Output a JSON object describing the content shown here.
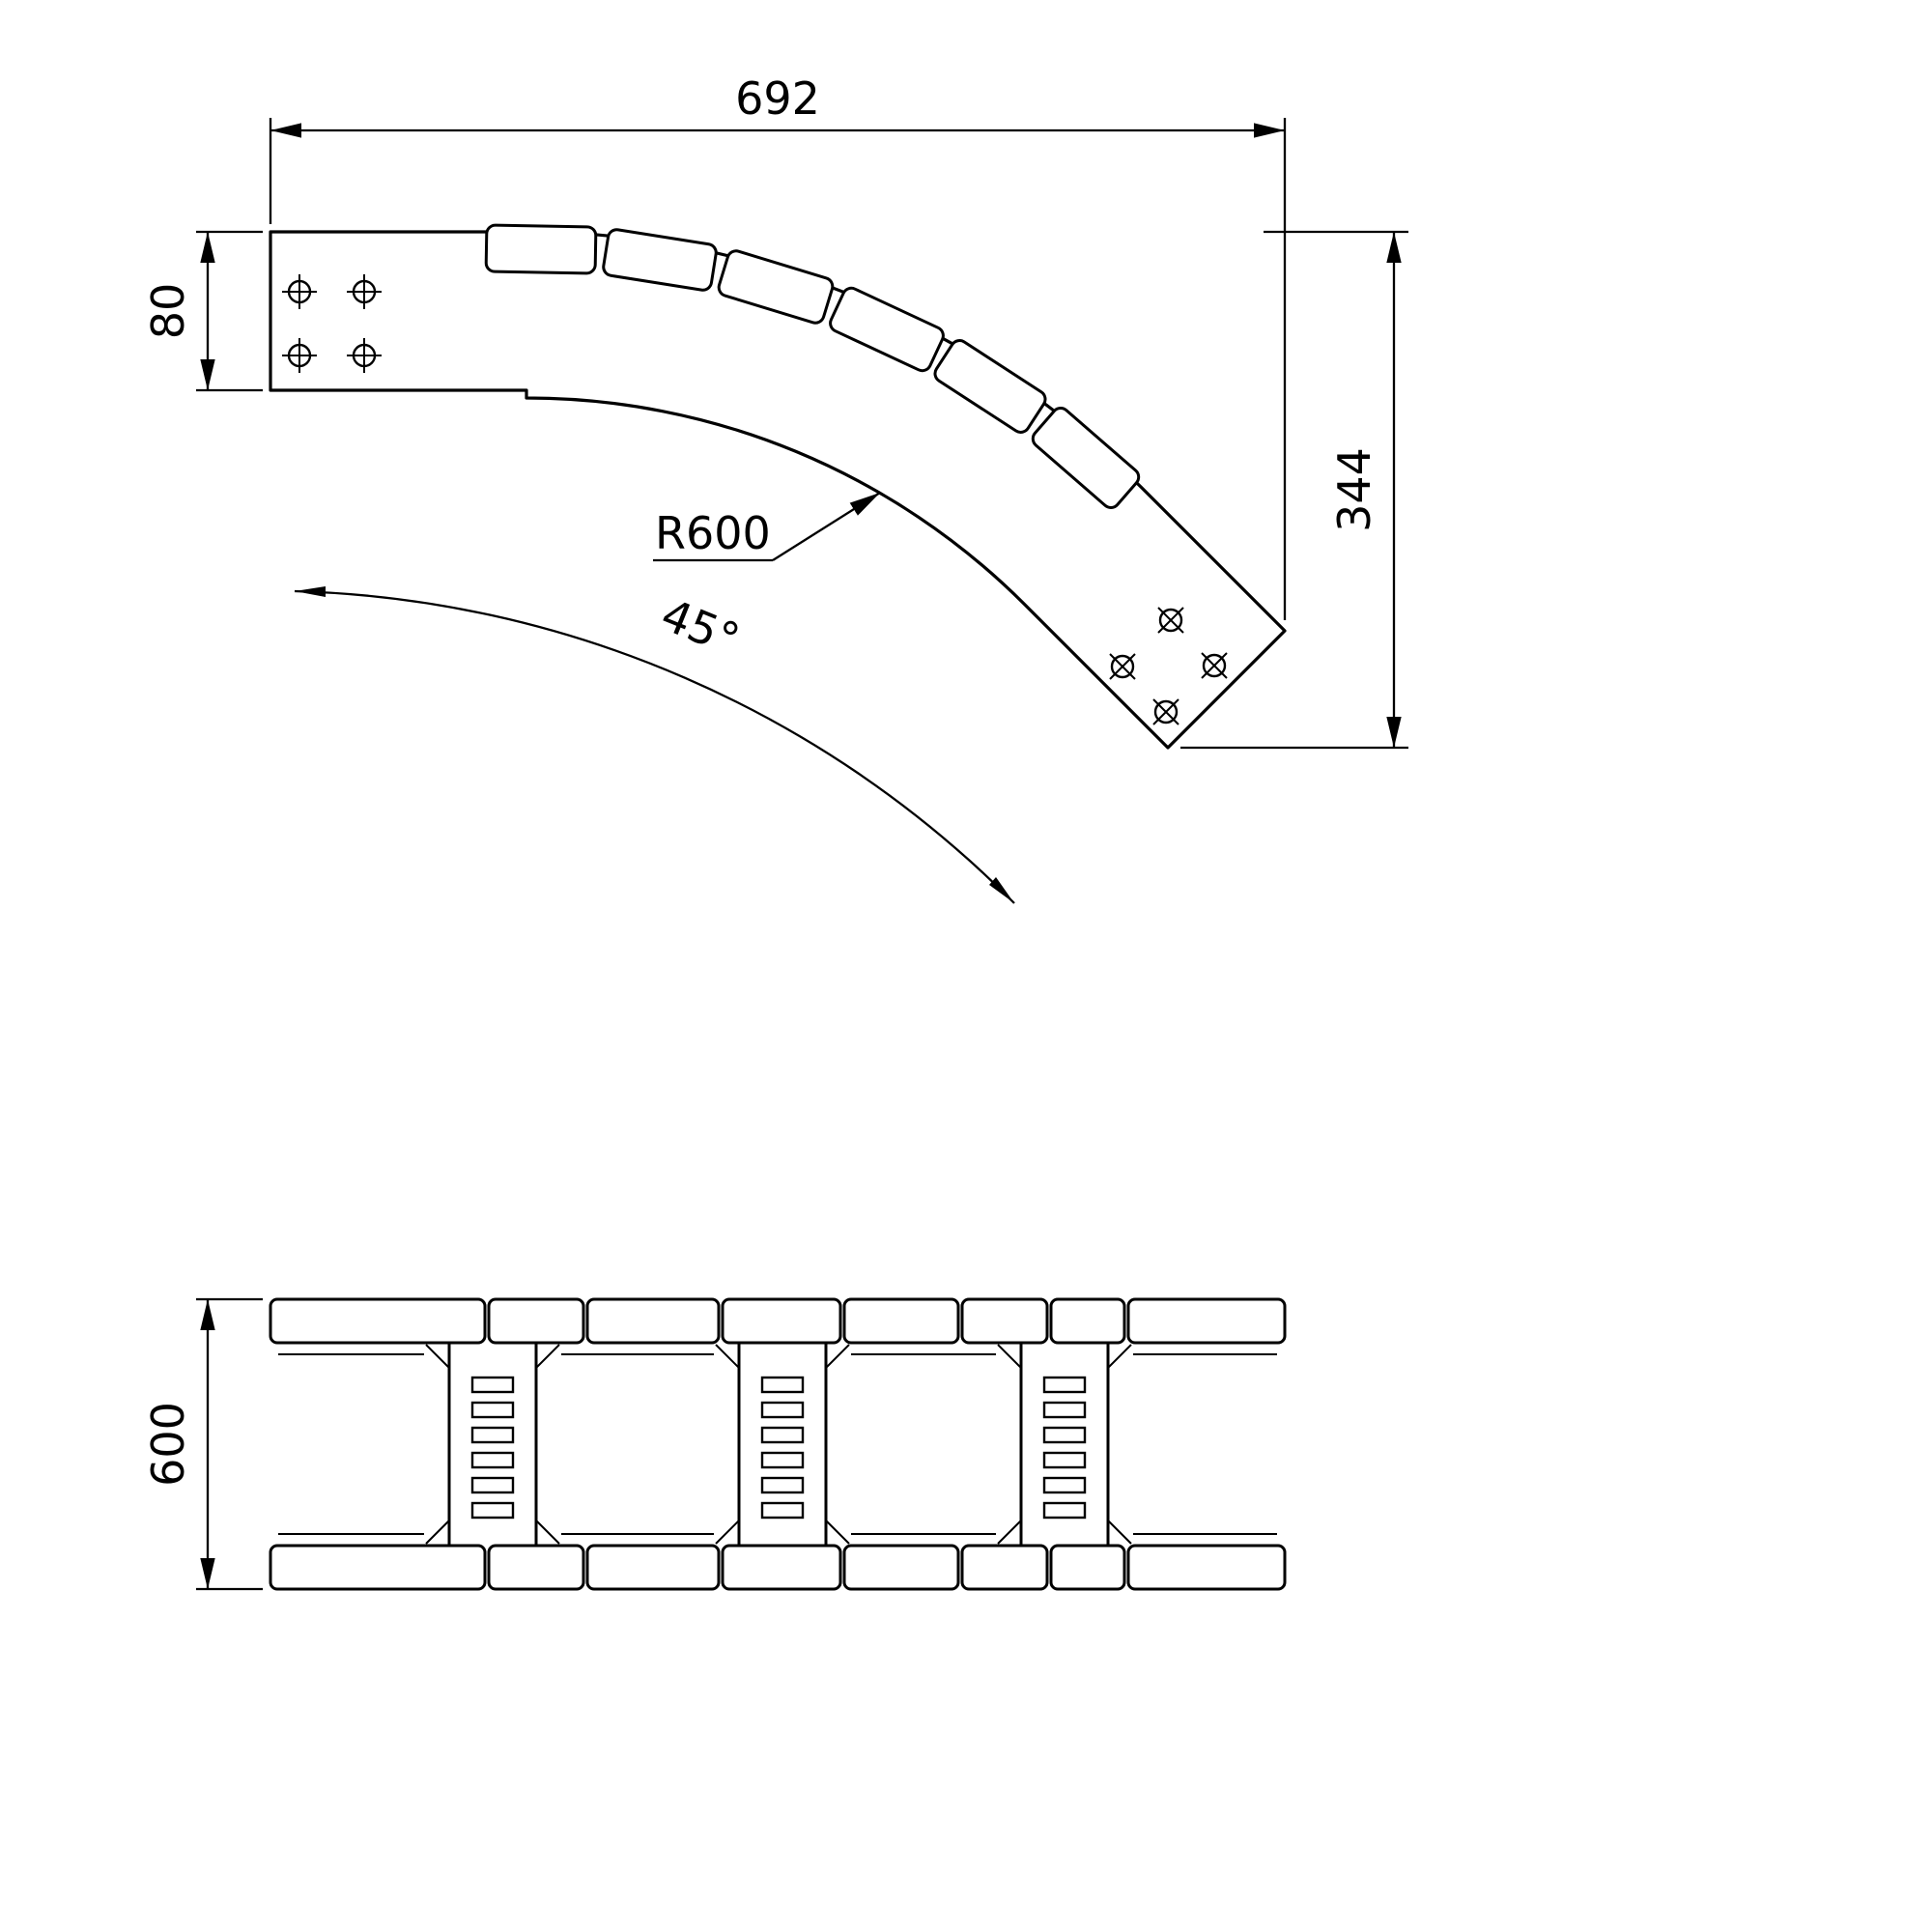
{
  "drawing": {
    "background": "#ffffff",
    "line_color": "#000000",
    "top_view": {
      "dim_overall_width": "692",
      "dim_end_height": "80",
      "dim_overall_height": "344",
      "radius_label": "R600",
      "angle_label": "45°"
    },
    "bottom_view": {
      "dim_overall_width": "600"
    }
  }
}
